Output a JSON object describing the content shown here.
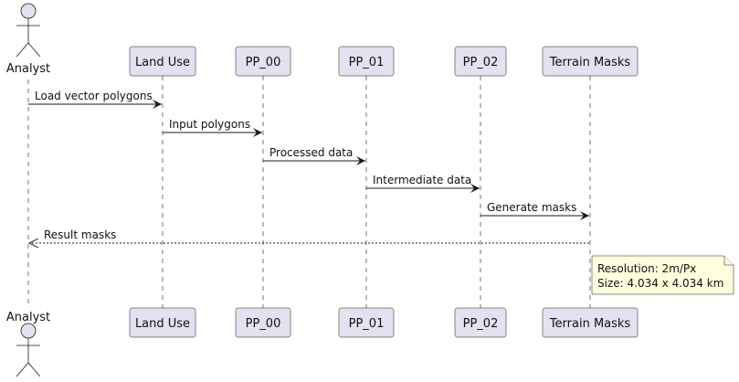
{
  "participants": [
    {
      "id": "analyst",
      "label": "Analyst",
      "kind": "actor"
    },
    {
      "id": "land-use",
      "label": "Land Use",
      "kind": "box"
    },
    {
      "id": "pp-00",
      "label": "PP_00",
      "kind": "box"
    },
    {
      "id": "pp-01",
      "label": "PP_01",
      "kind": "box"
    },
    {
      "id": "pp-02",
      "label": "PP_02",
      "kind": "box"
    },
    {
      "id": "terrain-masks",
      "label": "Terrain Masks",
      "kind": "box"
    }
  ],
  "messages": [
    {
      "from": 0,
      "to": 1,
      "label": "Load vector polygons",
      "style": "solid"
    },
    {
      "from": 1,
      "to": 2,
      "label": "Input polygons",
      "style": "solid"
    },
    {
      "from": 2,
      "to": 3,
      "label": "Processed data",
      "style": "solid"
    },
    {
      "from": 3,
      "to": 4,
      "label": "Intermediate data",
      "style": "solid"
    },
    {
      "from": 4,
      "to": 5,
      "label": "Generate masks",
      "style": "solid"
    },
    {
      "from": 5,
      "to": 0,
      "label": "Result masks",
      "style": "dashed"
    }
  ],
  "note": {
    "lines": [
      "Resolution: 2m/Px",
      "Size: 4.034 x 4.034 km"
    ]
  },
  "colors": {
    "participant_fill": "#E2E2F0",
    "participant_border": "#181818",
    "lifeline": "#181818",
    "note_fill": "#FEFFDD",
    "note_border": "#181818",
    "text": "#111111"
  }
}
